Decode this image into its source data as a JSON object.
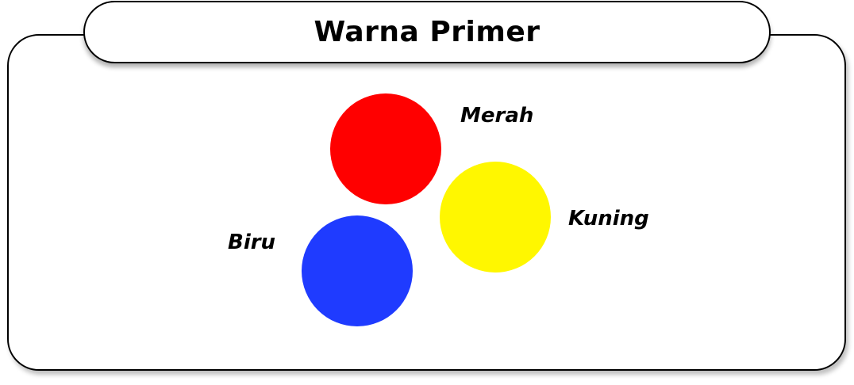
{
  "title": "Warna Primer",
  "colors": [
    {
      "label": "Merah",
      "hex": "#ff0000"
    },
    {
      "label": "Kuning",
      "hex": "#fff700"
    },
    {
      "label": "Biru",
      "hex": "#1f3bff"
    }
  ]
}
